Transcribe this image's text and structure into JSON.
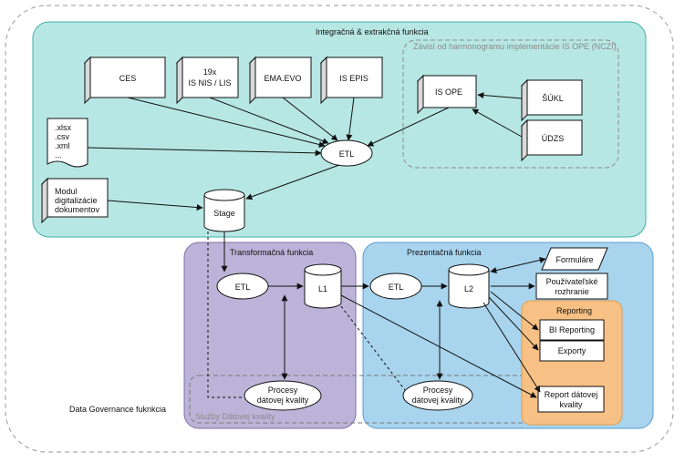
{
  "regions": {
    "governance": "Data Governance fuknkcia",
    "integration": "Integračná & extrakčná funkcia",
    "dependency": "Závisí od harmonogramu implementácie IS OPE (NCZI)",
    "transformation": "Transformačná funkcia",
    "presentation": "Prezentačná funkcia",
    "reporting": "Reporting",
    "dq_services": "Služby Dátovej kvality"
  },
  "sources": {
    "ces": "CES",
    "nis_1": "19x",
    "nis_2": "IS NIS / LIS",
    "ema": "EMA.EVO",
    "epis": "IS EPIS",
    "ope": "IS OPE",
    "sukl": "ŠÚKL",
    "udzs": "ÚDZS",
    "files": [
      ".xlsx",
      ".csv",
      ".xml",
      "..."
    ],
    "module": [
      "Modul",
      "digitalizácie",
      "dokumentov"
    ]
  },
  "nodes": {
    "etl_integration": "ETL",
    "stage": "Stage",
    "etl_transform": "ETL",
    "l1": "L1",
    "dq_transform": [
      "Procesy",
      "dátovej kvality"
    ],
    "etl_present": "ETL",
    "l2": "L2",
    "dq_present": [
      "Procesy",
      "dátovej kvality"
    ]
  },
  "outputs": {
    "forms": "Formuláre",
    "ui": [
      "Používateľské",
      "rozhranie"
    ],
    "bi": "BI Reporting",
    "exports": "Exporty",
    "dq_report": [
      "Report dátovej",
      "kvality"
    ]
  }
}
